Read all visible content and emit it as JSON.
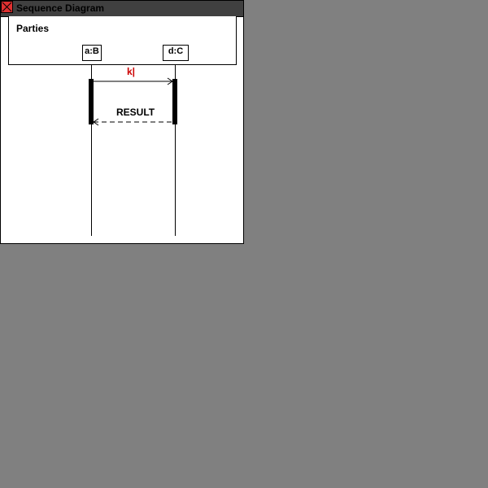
{
  "window": {
    "title": "Sequence Diagram"
  },
  "parties": {
    "label": "Parties",
    "items": [
      {
        "name": "a:B"
      },
      {
        "name": "d:C"
      }
    ]
  },
  "messages": [
    {
      "label": "k|",
      "from": "a:B",
      "to": "d:C",
      "style": "solid",
      "color": "#cc0000"
    },
    {
      "label": "RESULT",
      "from": "d:C",
      "to": "a:B",
      "style": "dashed",
      "color": "#000000"
    }
  ],
  "colors": {
    "background": "#808080",
    "titlebar": "#404040",
    "close_button": "#e03030",
    "message_highlight": "#cc0000"
  }
}
